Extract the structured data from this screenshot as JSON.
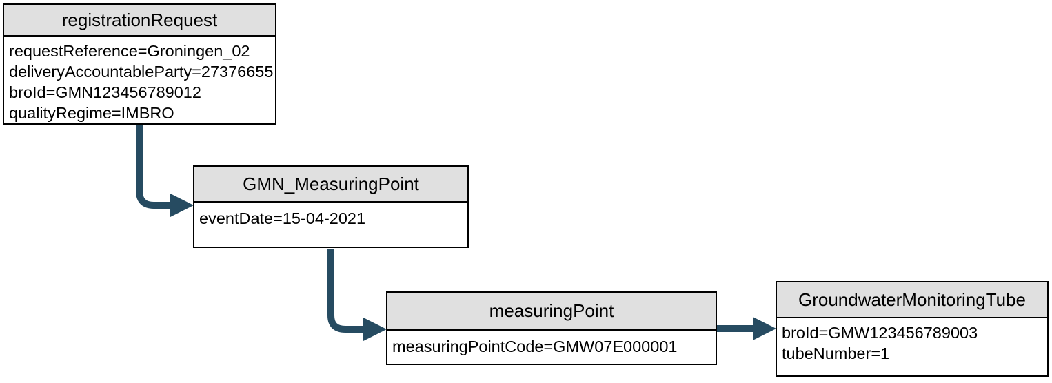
{
  "diagram": {
    "colors": {
      "arrow": "#264b61",
      "node_header_fill": "#e0e0e0",
      "node_border": "#000000",
      "background": "#ffffff"
    },
    "nodes": [
      {
        "title": "registrationRequest",
        "attributes": [
          "requestReference=Groningen_02",
          "deliveryAccountableParty=27376655",
          "broId=GMN123456789012",
          "qualityRegime=IMBRO"
        ]
      },
      {
        "title": "GMN_MeasuringPoint",
        "attributes": [
          "eventDate=15-04-2021"
        ]
      },
      {
        "title": "measuringPoint",
        "attributes": [
          "measuringPointCode=GMW07E000001"
        ]
      },
      {
        "title": "GroundwaterMonitoringTube",
        "attributes": [
          "broId=GMW123456789003",
          "tubeNumber=1"
        ]
      }
    ],
    "edges": [
      {
        "from": "registrationRequest",
        "to": "GMN_MeasuringPoint",
        "style": "elbow-down-right"
      },
      {
        "from": "GMN_MeasuringPoint",
        "to": "measuringPoint",
        "style": "elbow-down-right"
      },
      {
        "from": "measuringPoint",
        "to": "GroundwaterMonitoringTube",
        "style": "straight-right"
      }
    ]
  }
}
